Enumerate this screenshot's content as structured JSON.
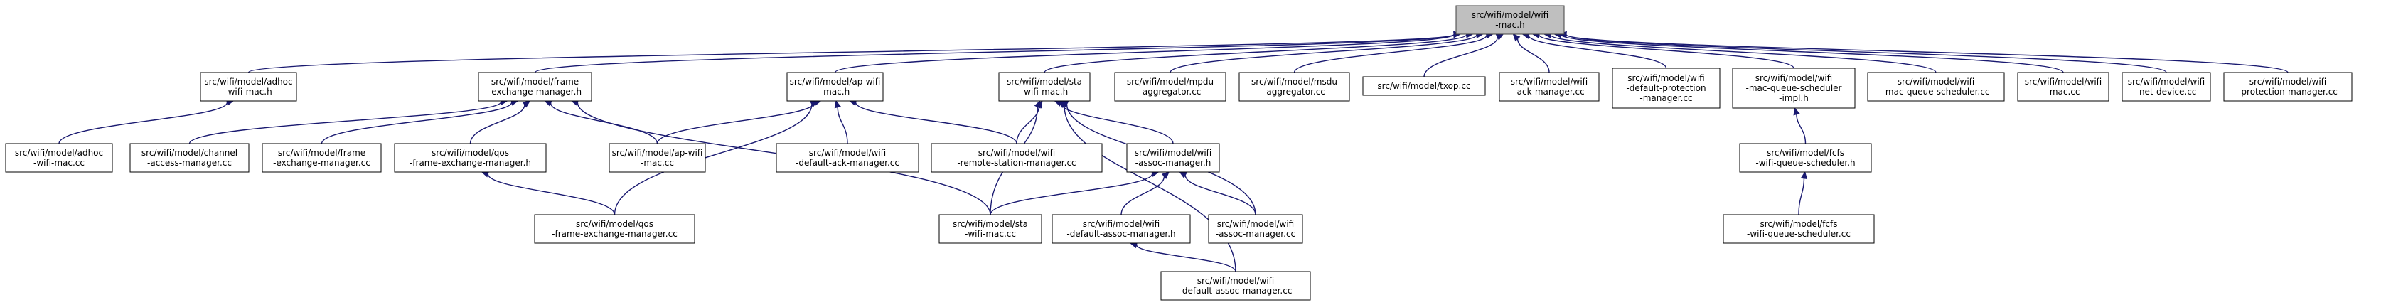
{
  "nodes": [
    {
      "id": "root",
      "lines": [
        "src/wifi/model/wifi",
        "-mac.h"
      ],
      "root": true
    },
    {
      "id": "adhoc_h",
      "lines": [
        "src/wifi/model/adhoc",
        "-wifi-mac.h"
      ]
    },
    {
      "id": "fem_h",
      "lines": [
        "src/wifi/model/frame",
        "-exchange-manager.h"
      ]
    },
    {
      "id": "ap_h",
      "lines": [
        "src/wifi/model/ap-wifi",
        "-mac.h"
      ]
    },
    {
      "id": "sta_h",
      "lines": [
        "src/wifi/model/sta",
        "-wifi-mac.h"
      ]
    },
    {
      "id": "mpdu_cc",
      "lines": [
        "src/wifi/model/mpdu",
        "-aggregator.cc"
      ]
    },
    {
      "id": "msdu_cc",
      "lines": [
        "src/wifi/model/msdu",
        "-aggregator.cc"
      ]
    },
    {
      "id": "txop_cc",
      "lines": [
        "src/wifi/model/txop.cc"
      ]
    },
    {
      "id": "ackm_cc",
      "lines": [
        "src/wifi/model/wifi",
        "-ack-manager.cc"
      ]
    },
    {
      "id": "dpm_cc",
      "lines": [
        "src/wifi/model/wifi",
        "-default-protection",
        "-manager.cc"
      ]
    },
    {
      "id": "mqsi_h",
      "lines": [
        "src/wifi/model/wifi",
        "-mac-queue-scheduler",
        "-impl.h"
      ]
    },
    {
      "id": "mqs_cc",
      "lines": [
        "src/wifi/model/wifi",
        "-mac-queue-scheduler.cc"
      ]
    },
    {
      "id": "mac_cc",
      "lines": [
        "src/wifi/model/wifi",
        "-mac.cc"
      ]
    },
    {
      "id": "netdev_cc",
      "lines": [
        "src/wifi/model/wifi",
        "-net-device.cc"
      ]
    },
    {
      "id": "protm_cc",
      "lines": [
        "src/wifi/model/wifi",
        "-protection-manager.cc"
      ]
    },
    {
      "id": "adhoc_cc",
      "lines": [
        "src/wifi/model/adhoc",
        "-wifi-mac.cc"
      ]
    },
    {
      "id": "cam_cc",
      "lines": [
        "src/wifi/model/channel",
        "-access-manager.cc"
      ]
    },
    {
      "id": "fem_cc",
      "lines": [
        "src/wifi/model/frame",
        "-exchange-manager.cc"
      ]
    },
    {
      "id": "qfem_h",
      "lines": [
        "src/wifi/model/qos",
        "-frame-exchange-manager.h"
      ]
    },
    {
      "id": "ap_cc",
      "lines": [
        "src/wifi/model/ap-wifi",
        "-mac.cc"
      ]
    },
    {
      "id": "dack_cc",
      "lines": [
        "src/wifi/model/wifi",
        "-default-ack-manager.cc"
      ]
    },
    {
      "id": "rsm_cc",
      "lines": [
        "src/wifi/model/wifi",
        "-remote-station-manager.cc"
      ]
    },
    {
      "id": "am_h",
      "lines": [
        "src/wifi/model/wifi",
        "-assoc-manager.h"
      ]
    },
    {
      "id": "fcfs_h",
      "lines": [
        "src/wifi/model/fcfs",
        "-wifi-queue-scheduler.h"
      ]
    },
    {
      "id": "qfem_cc",
      "lines": [
        "src/wifi/model/qos",
        "-frame-exchange-manager.cc"
      ]
    },
    {
      "id": "sta_cc",
      "lines": [
        "src/wifi/model/sta",
        "-wifi-mac.cc"
      ]
    },
    {
      "id": "dam_h",
      "lines": [
        "src/wifi/model/wifi",
        "-default-assoc-manager.h"
      ]
    },
    {
      "id": "am_cc",
      "lines": [
        "src/wifi/model/wifi",
        "-assoc-manager.cc"
      ]
    },
    {
      "id": "fcfs_cc",
      "lines": [
        "src/wifi/model/fcfs",
        "-wifi-queue-scheduler.cc"
      ]
    },
    {
      "id": "dam_cc",
      "lines": [
        "src/wifi/model/wifi",
        "-default-assoc-manager.cc"
      ]
    }
  ],
  "edges": [
    [
      "adhoc_h",
      "root"
    ],
    [
      "fem_h",
      "root"
    ],
    [
      "ap_h",
      "root"
    ],
    [
      "sta_h",
      "root"
    ],
    [
      "mpdu_cc",
      "root"
    ],
    [
      "msdu_cc",
      "root"
    ],
    [
      "txop_cc",
      "root"
    ],
    [
      "ackm_cc",
      "root"
    ],
    [
      "dpm_cc",
      "root"
    ],
    [
      "mqsi_h",
      "root"
    ],
    [
      "mqs_cc",
      "root"
    ],
    [
      "mac_cc",
      "root"
    ],
    [
      "netdev_cc",
      "root"
    ],
    [
      "protm_cc",
      "root"
    ],
    [
      "adhoc_cc",
      "adhoc_h"
    ],
    [
      "cam_cc",
      "fem_h"
    ],
    [
      "fem_cc",
      "fem_h"
    ],
    [
      "qfem_h",
      "fem_h"
    ],
    [
      "ap_cc",
      "fem_h"
    ],
    [
      "sta_cc",
      "fem_h"
    ],
    [
      "ap_cc",
      "ap_h"
    ],
    [
      "dack_cc",
      "ap_h"
    ],
    [
      "rsm_cc",
      "ap_h"
    ],
    [
      "qfem_cc",
      "ap_h"
    ],
    [
      "rsm_cc",
      "sta_h"
    ],
    [
      "am_h",
      "sta_h"
    ],
    [
      "sta_cc",
      "sta_h"
    ],
    [
      "am_cc",
      "sta_h"
    ],
    [
      "dam_cc",
      "sta_h"
    ],
    [
      "qfem_cc",
      "qfem_h"
    ],
    [
      "sta_cc",
      "am_h"
    ],
    [
      "dam_h",
      "am_h"
    ],
    [
      "am_cc",
      "am_h"
    ],
    [
      "dam_cc",
      "dam_h"
    ],
    [
      "fcfs_h",
      "mqsi_h"
    ],
    [
      "fcfs_cc",
      "fcfs_h"
    ]
  ]
}
